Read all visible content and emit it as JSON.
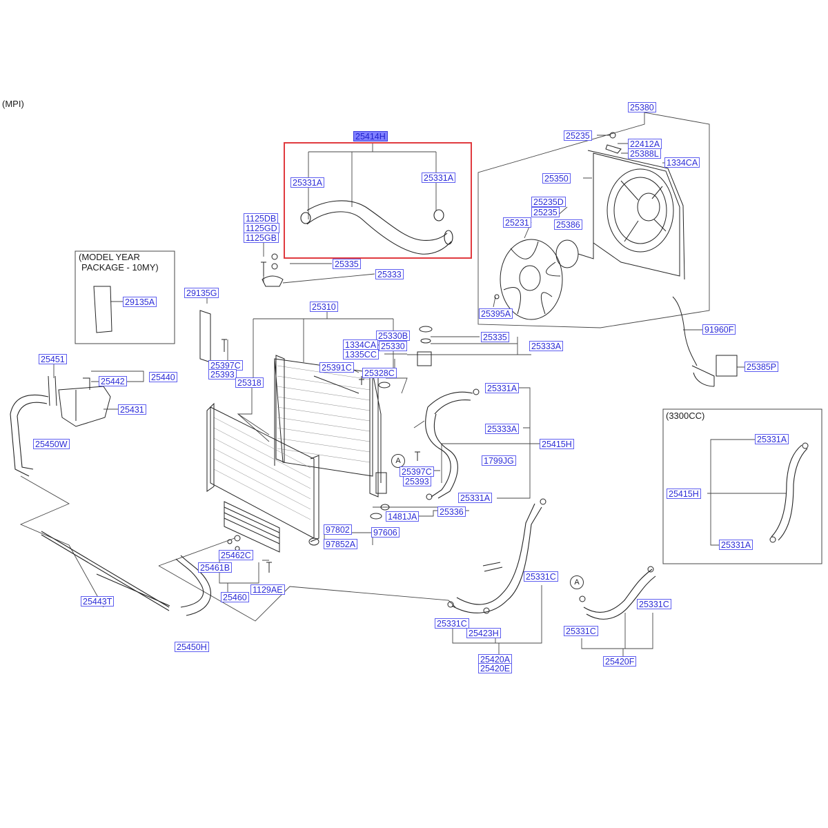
{
  "diagram": {
    "variant_label": "(MPI)",
    "inset_model_year": "(MODEL YEAR",
    "inset_package": "PACKAGE - 10MY)",
    "inset_3300": "(3300CC)",
    "circle_a": "A",
    "highlight_color": "#e0393e",
    "tag_color": "#2b2bd6",
    "selected_tag_color": "#8080ff",
    "parts": {
      "p25414H": "25414H",
      "p25331A_1": "25331A",
      "p25331A_2": "25331A",
      "p25380": "25380",
      "p25235_1": "25235",
      "p22412A": "22412A",
      "p25388L": "25388L",
      "p1334CA_1": "1334CA",
      "p25350": "25350",
      "p25235D": "25235D",
      "p25235_2": "25235",
      "p25231": "25231",
      "p25386": "25386",
      "p25395A": "25395A",
      "p1125DB": "1125DB",
      "p1125GD": "1125GD",
      "p1125GB": "1125GB",
      "p25335_1": "25335",
      "p25333": "25333",
      "p29135A": "29135A",
      "p29135G": "29135G",
      "p25310": "25310",
      "p25330B": "25330B",
      "p25335_2": "25335",
      "p1334CA_2": "1334CA",
      "p25330": "25330",
      "p25333A_1": "25333A",
      "p1335CC": "1335CC",
      "p91960F": "91960F",
      "p25451": "25451",
      "p25397C_1": "25397C",
      "p25393_1": "25393",
      "p25391C": "25391C",
      "p25328C": "25328C",
      "p25385P": "25385P",
      "p25442": "25442",
      "p25440": "25440",
      "p25318": "25318",
      "p25331A_3": "25331A",
      "p25431": "25431",
      "p25333A_2": "25333A",
      "p25331A_4": "25331A",
      "p25450W": "25450W",
      "p25415H_1": "25415H",
      "p1799JG": "1799JG",
      "p25397C_2": "25397C",
      "p25393_2": "25393",
      "p25415H_2": "25415H",
      "p25331A_5": "25331A",
      "p25336": "25336",
      "p1481JA": "1481JA",
      "p97802": "97802",
      "p97606": "97606",
      "p97852A": "97852A",
      "p25331A_6": "25331A",
      "p25462C": "25462C",
      "p25461B": "25461B",
      "p25331C_1": "25331C",
      "p1129AE": "1129AE",
      "p25460": "25460",
      "p25443T": "25443T",
      "p25331C_2": "25331C",
      "p25331C_3": "25331C",
      "p25423H": "25423H",
      "p25331C_4": "25331C",
      "p25450H": "25450H",
      "p25420A": "25420A",
      "p25420E": "25420E",
      "p25420F": "25420F"
    }
  }
}
